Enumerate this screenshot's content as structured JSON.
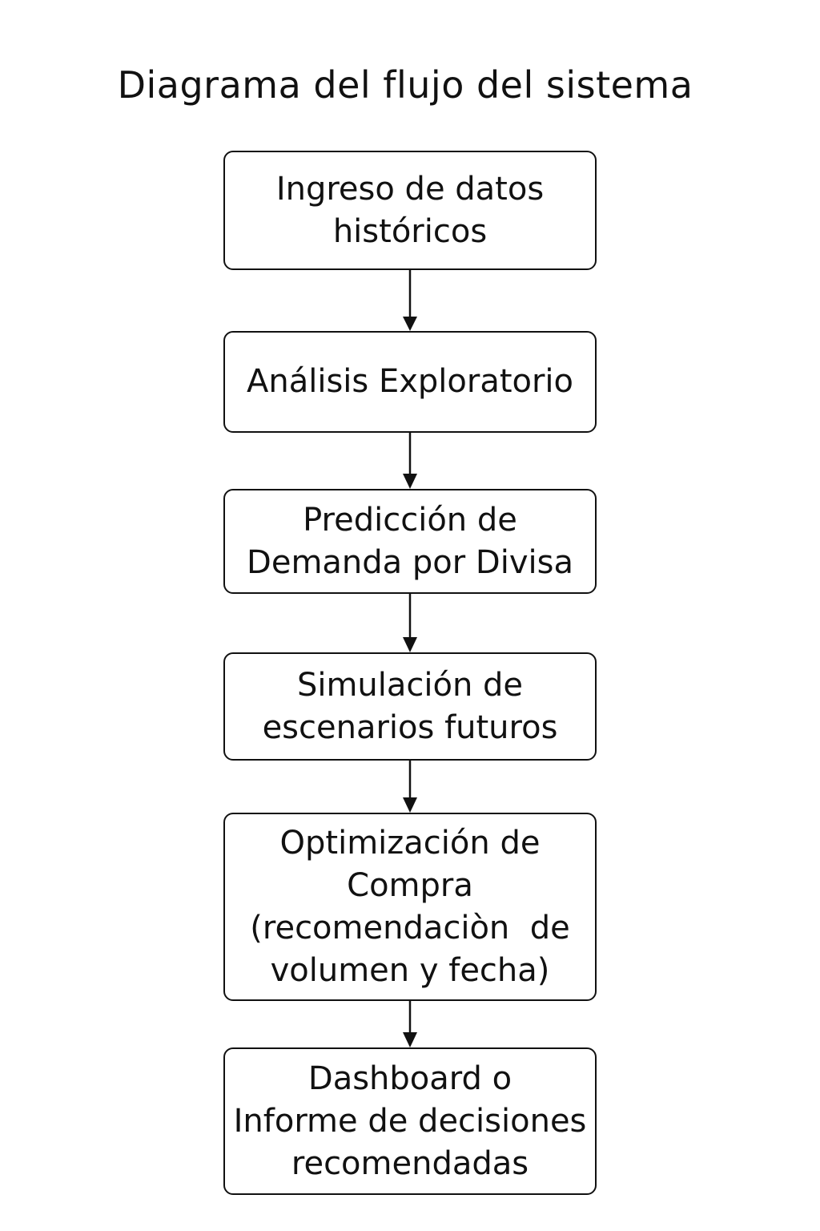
{
  "diagram": {
    "title": "Diagrama del flujo del sistema",
    "steps": [
      {
        "lines": [
          "Ingreso de datos",
          "históricos"
        ]
      },
      {
        "lines": [
          "Análisis Exploratorio"
        ]
      },
      {
        "lines": [
          "Predicción de",
          "Demanda por Divisa"
        ]
      },
      {
        "lines": [
          "Simulación de",
          "escenarios futuros"
        ]
      },
      {
        "lines": [
          "Optimización de",
          "Compra",
          "(recomendaciòn  de",
          "volumen y fecha)"
        ]
      },
      {
        "lines": [
          "Dashboard o",
          "Informe de decisiones",
          "recomendadas"
        ]
      }
    ]
  }
}
